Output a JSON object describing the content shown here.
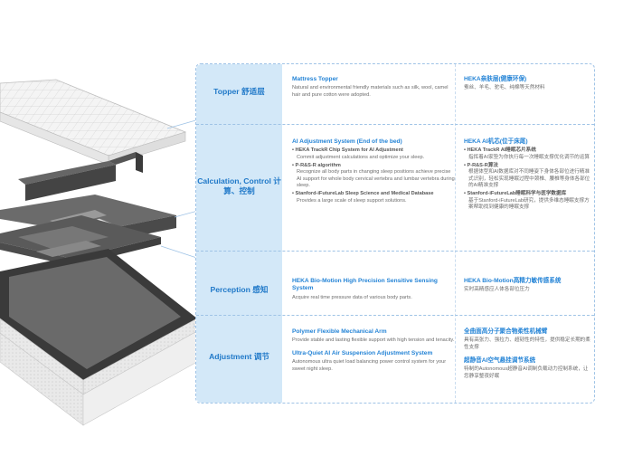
{
  "rows": [
    {
      "label": "Topper 舒适层",
      "en": {
        "blocks": [
          {
            "title": "Mattress Topper"
          },
          {
            "desc": "Natural and environmental friendly materials such as silk, wool, camel hair and pure cotton were adopted."
          }
        ]
      },
      "zh": {
        "blocks": [
          {
            "title": "HEKA亲肤层(健康环保)"
          },
          {
            "desc": "蚕丝、羊毛、驼毛、纯棉等天然材料"
          }
        ]
      }
    },
    {
      "label": "Calculation, Control 计算、控制",
      "en": {
        "blocks": [
          {
            "title": "AI Adjustment System (End of the bed)"
          },
          {
            "sub": "• HEKA TrackR Chip System for AI Adjustment"
          },
          {
            "desc": "Commit adjustment calculations and optimize your sleep."
          },
          {
            "sub": "• P-R&S-R algorithm"
          },
          {
            "desc": "Recognize all body parts in changing sleep positions achieve precise AI support for whole body cervical vertebra and lumbar vertebra during sleep."
          },
          {
            "sub": "• Stanford-iFutureLab Sleep Science and Medical Database"
          },
          {
            "desc": "Provides a large scale of sleep support solutions."
          }
        ]
      },
      "zh": {
        "blocks": [
          {
            "title": "HEKA AI机芯(位于床尾)"
          },
          {
            "sub": "• HEKA TrackR AI睡眠芯片系统"
          },
          {
            "desc": "指挥着AI家垫为你执行每一次睡眠支撑优化调节的运算"
          },
          {
            "sub": "• P-R&S-R算法"
          },
          {
            "desc": "根据体型和AI数据库对不同睡姿下身体各部位进行精准式识别，轻松实现睡眠过程中颈椎、腰椎等身体各部位的AI精准支撑"
          },
          {
            "sub": "• Stanford-iFutureLab睡眠科学与医学数据库"
          },
          {
            "desc": "基于Stanford-iFutureLab研究，提供多维态睡眠支撑方案帮助找到健康的睡眠支撑"
          }
        ]
      }
    },
    {
      "label": "Perception 感知",
      "en": {
        "blocks": [
          {
            "title": "HEKA Bio-Motion High Precision Sensitive Sensing System"
          },
          {
            "desc": "Acquire real time pressure data of various body parts."
          }
        ]
      },
      "zh": {
        "blocks": [
          {
            "title": "HEKA Bio-Motion高精力敏传感系统"
          },
          {
            "desc": "实时高精感应人体各部位压力"
          }
        ]
      }
    },
    {
      "label": "Adjustment 调节",
      "en": {
        "blocks": [
          {
            "title": "Polymer Flexible Mechanical Arm"
          },
          {
            "desc": "Provide stable and lasting flexible support with high tension and tenacity."
          },
          {
            "title": "Ultra-Quiet AI Air Suspension Adjustment System"
          },
          {
            "desc": "Autonomous ultra quiet load balancing power control system for your sweet night sleep."
          }
        ]
      },
      "zh": {
        "blocks": [
          {
            "title": "全曲面高分子聚合物柔性机械臂"
          },
          {
            "desc": "具有高张力、强拉力、超韧性的特性，提供稳定长期的柔性支撑"
          },
          {
            "title": "超静音AI空气悬挂调节系统"
          },
          {
            "desc": "特制的Autonomous超静音AI调制负载动力控制系统，让您静享整夜好眠"
          }
        ]
      }
    }
  ]
}
